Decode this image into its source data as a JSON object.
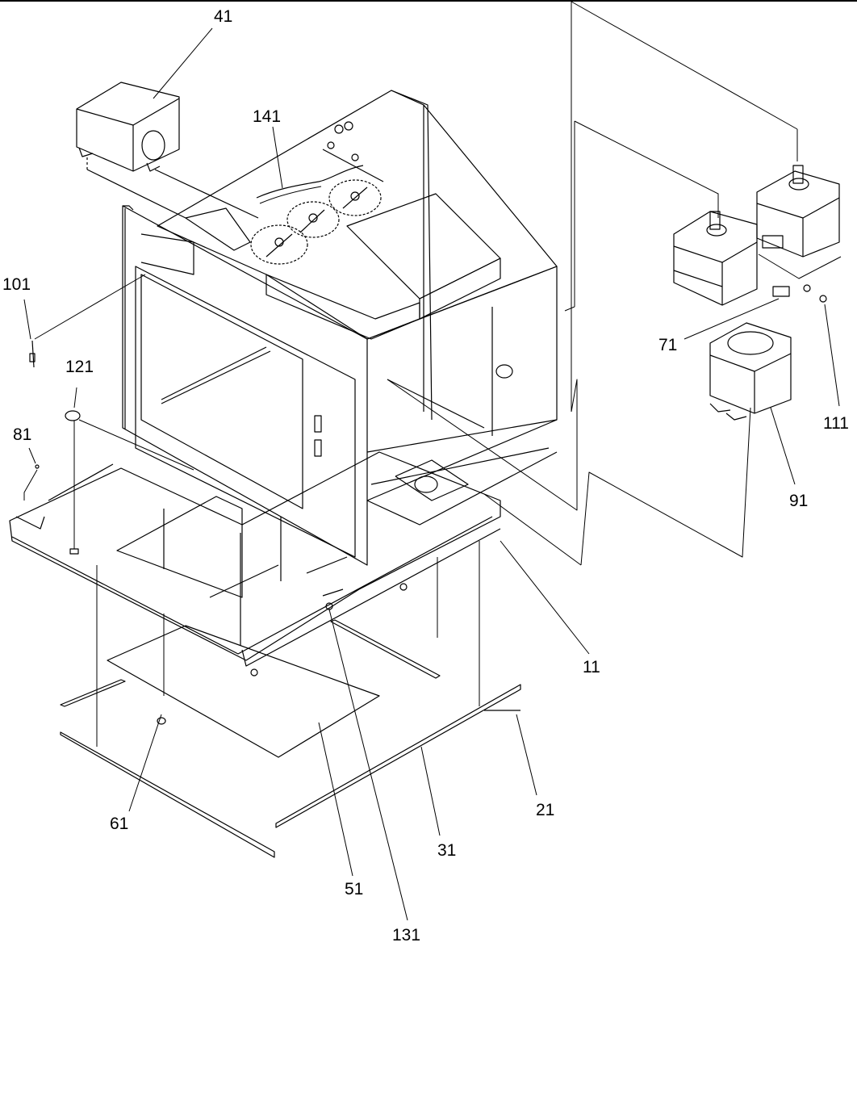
{
  "diagram": {
    "type": "exploded-parts-view",
    "line_color": "#000000",
    "background_color": "#ffffff",
    "callouts": {
      "c41": "41",
      "c141": "141",
      "c101": "101",
      "c121": "121",
      "c81": "81",
      "c71": "71",
      "c111": "111",
      "c91": "91",
      "c11": "11",
      "c21": "21",
      "c31": "31",
      "c61": "61",
      "c51": "51",
      "c131": "131"
    }
  }
}
